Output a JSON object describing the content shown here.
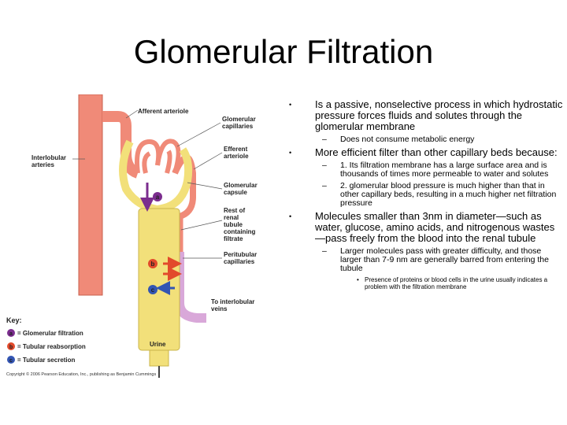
{
  "title": "Glomerular Filtration",
  "diagram": {
    "labels": {
      "afferent": "Afferent arteriole",
      "glomerular_cap_1": "Glomerular",
      "glomerular_cap_2": "capillaries",
      "efferent_1": "Efferent",
      "efferent_2": "arteriole",
      "interlobular_1": "Interlobular",
      "interlobular_2": "arteries",
      "capsule_1": "Glomerular",
      "capsule_2": "capsule",
      "rest_1": "Rest of",
      "rest_2": "renal",
      "rest_3": "tubule",
      "rest_4": "containing",
      "rest_5": "filtrate",
      "peri_1": "Peritubular",
      "peri_2": "capillaries",
      "veins_1": "To interlobular",
      "veins_2": "veins",
      "urine": "Urine"
    },
    "markers": [
      "a",
      "b",
      "c"
    ],
    "key": {
      "title": "Key:",
      "items": [
        {
          "letter": "a",
          "text": "= Glomerular filtration",
          "color": "#7b2d8e"
        },
        {
          "letter": "b",
          "text": "= Tubular reabsorption",
          "color": "#e24a2b"
        },
        {
          "letter": "c",
          "text": "= Tubular secretion",
          "color": "#3355b3"
        }
      ]
    },
    "copyright": "Copyright © 2006 Pearson Education, Inc., publishing as Benjamin Cummings"
  },
  "bullets": [
    {
      "text": "Is a passive, nonselective process in which hydrostatic pressure forces fluids and solutes through the glomerular membrane",
      "subs": [
        {
          "text": "Does not consume metabolic energy",
          "subs": []
        }
      ]
    },
    {
      "text": "More efficient filter than other capillary beds because:",
      "subs": [
        {
          "text": "1. Its filtration membrane has a large surface area and is thousands of times more permeable to water and solutes",
          "subs": []
        },
        {
          "text": "2. glomerular blood pressure is much higher than that in other capillary beds, resulting in a much higher net filtration pressure",
          "subs": []
        }
      ]
    },
    {
      "text": "Molecules smaller than 3nm in diameter—such as water, glucose, amino acids, and nitrogenous wastes—pass freely from the blood into the renal tubule",
      "subs": [
        {
          "text": "Larger molecules pass with greater difficulty, and those larger than 7-9 nm are generally barred from entering the tubule",
          "subs": [
            {
              "text": "Presence of proteins or blood cells in the urine usually indicates a problem with the filtration membrane"
            }
          ]
        }
      ]
    }
  ],
  "colors": {
    "artery": "#f08a78",
    "capsule": "#f2e07a",
    "peritubular": "#d9a8d9",
    "filtration": "#7b2d8e",
    "reabsorption": "#e24a2b",
    "secretion": "#3355b3"
  }
}
